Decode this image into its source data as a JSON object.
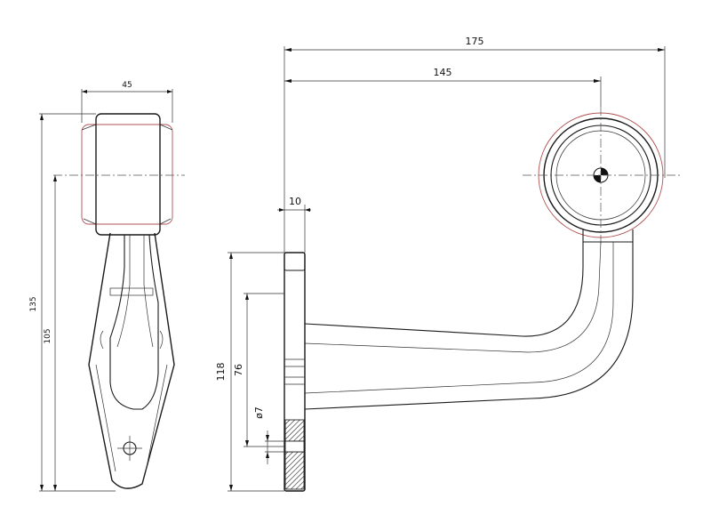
{
  "dimensions": {
    "side_width": "45",
    "side_total_height": "135",
    "side_center_height": "105",
    "total_length": "175",
    "center_length": "145",
    "base_thickness": "10",
    "base_height": "118",
    "hole_spacing": "76",
    "hole_diameter": "ø7"
  },
  "colors": {
    "line": "#1a1a1a",
    "lamp_edge": "#b05050",
    "background": "#ffffff"
  }
}
